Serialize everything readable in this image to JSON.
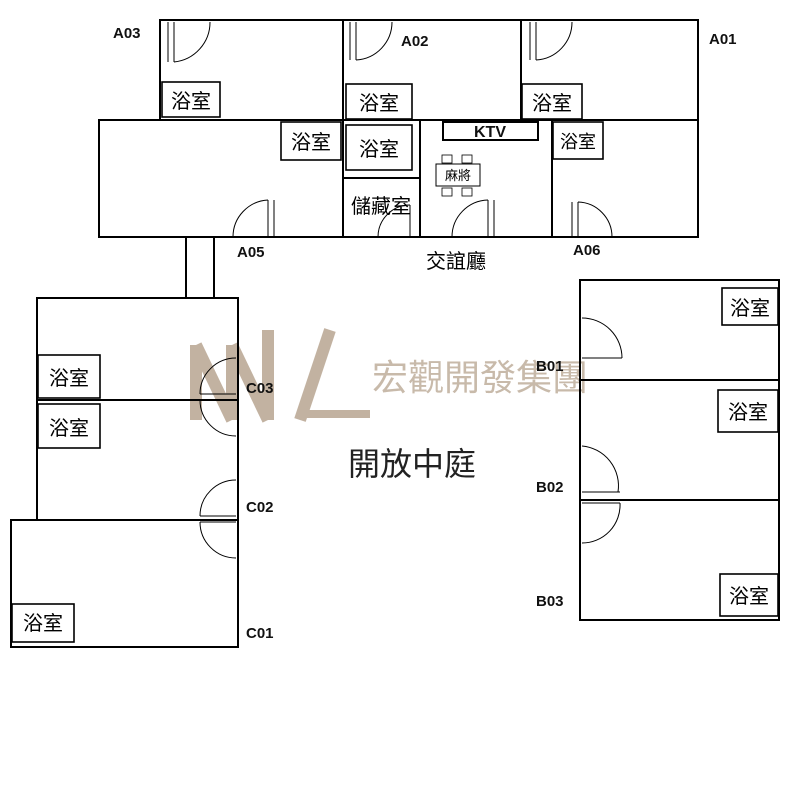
{
  "units": {
    "a01": "A01",
    "a02": "A02",
    "a03": "A03",
    "a05": "A05",
    "a06": "A06",
    "b01": "B01",
    "b02": "B02",
    "b03": "B03",
    "c01": "C01",
    "c02": "C02",
    "c03": "C03"
  },
  "rooms": {
    "bathroom": "浴室",
    "ktv": "KTV",
    "mahjong": "麻將",
    "storage": "儲藏室",
    "lounge": "交誼廳",
    "courtyard": "開放中庭"
  },
  "watermark": {
    "company": "宏觀開發集團"
  }
}
